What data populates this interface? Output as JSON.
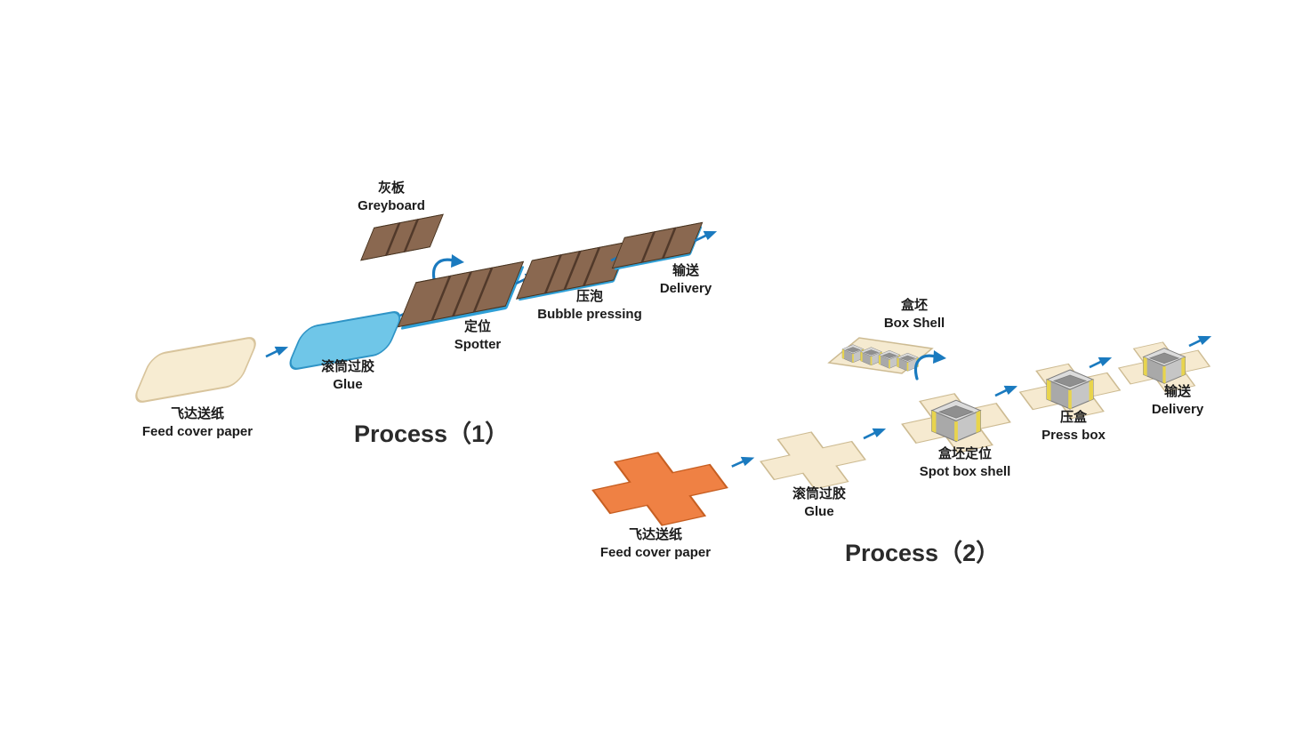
{
  "process1": {
    "title": "Process（1）",
    "steps": {
      "feed": {
        "zh": "飞达送纸",
        "en": "Feed cover paper"
      },
      "glue": {
        "zh": "滚筒过胶",
        "en": "Glue"
      },
      "greyboard": {
        "zh": "灰板",
        "en": "Greyboard"
      },
      "spotter": {
        "zh": "定位",
        "en": "Spotter"
      },
      "bubble": {
        "zh": "压泡",
        "en": "Bubble pressing"
      },
      "delivery": {
        "zh": "输送",
        "en": "Delivery"
      }
    }
  },
  "process2": {
    "title": "Process（2）",
    "steps": {
      "feed": {
        "zh": "飞达送纸",
        "en": "Feed cover paper"
      },
      "glue": {
        "zh": "滚筒过胶",
        "en": "Glue"
      },
      "box_shell": {
        "zh": "盒坯",
        "en": "Box Shell"
      },
      "spot_shell": {
        "zh": "盒坯定位",
        "en": "Spot box shell"
      },
      "press_box": {
        "zh": "压盒",
        "en": "Press box"
      },
      "delivery": {
        "zh": "输送",
        "en": "Delivery"
      }
    }
  },
  "colors": {
    "arrow_blue": "#1a7abf",
    "cover_paper_cream": "#f7ecd2",
    "glue_sheet_blue": "#6fc6e8",
    "greyboard_brown": "#8a6850",
    "tray_blue": "#2f9fd6",
    "cover_paper_orange": "#ef8144",
    "box_grey": "#c2c2c2",
    "glue_strip_yellow": "#e8d44d",
    "background": "#ffffff"
  }
}
